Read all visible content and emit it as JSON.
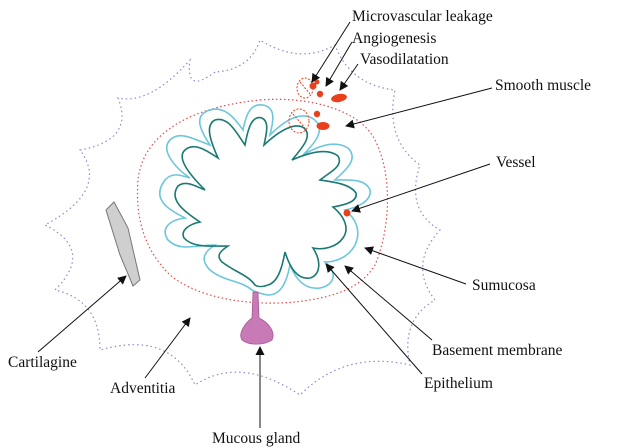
{
  "labels": {
    "microvascular_leakage": "Microvascular leakage",
    "angiogenesis": "Angiogenesis",
    "vasodilatation": "Vasodilatation",
    "smooth_muscle": "Smooth muscle",
    "vessel": "Vessel",
    "submucosa": "Sumucosa",
    "basement_membrane": "Basement membrane",
    "epithelium": "Epithelium",
    "cartilagine": "Cartilagine",
    "adventitia": "Adventitia",
    "mucous_gland": "Mucous gland"
  },
  "colors": {
    "epithelium": "#1a7a72",
    "basement_membrane": "#6cc6dc",
    "submucosa_border": "#e24a4a",
    "adventitia_border": "#8a8ad0",
    "vessel": "#e8401c",
    "gland": "#c77ab6",
    "cartilage": "#cfcfcf"
  }
}
